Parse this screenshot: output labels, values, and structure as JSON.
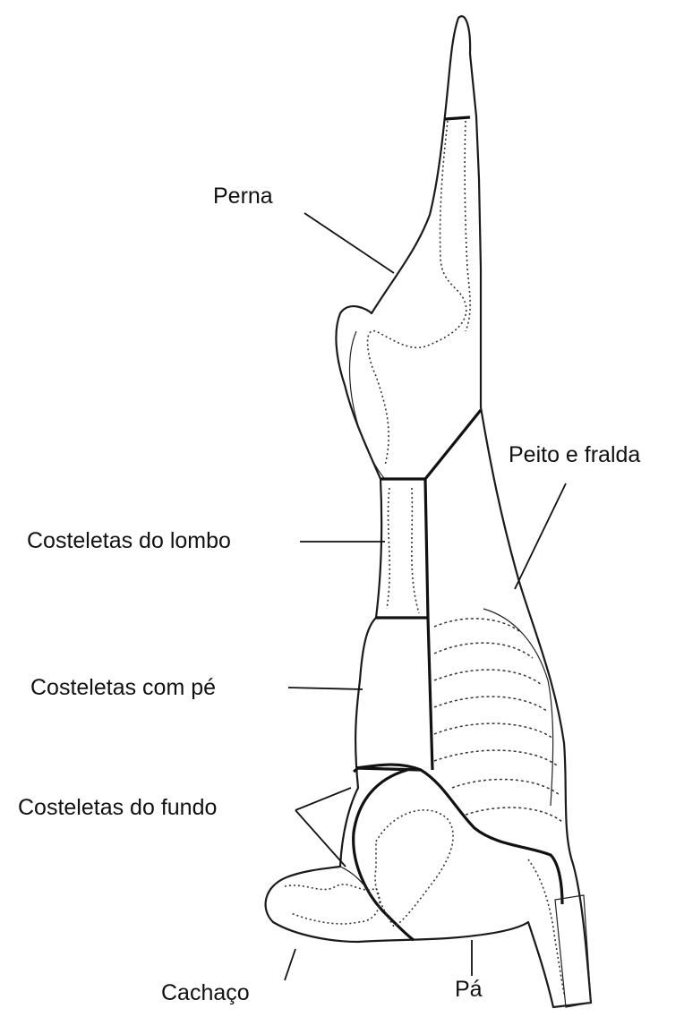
{
  "labels": {
    "perna": "Perna",
    "peito_fralda": "Peito e fralda",
    "costeletas_lombo": "Costeletas do lombo",
    "costeletas_pe": "Costeletas com pé",
    "costeletas_fundo": "Costeletas do fundo",
    "cachaco": "Cachaço",
    "pa": "Pá"
  }
}
